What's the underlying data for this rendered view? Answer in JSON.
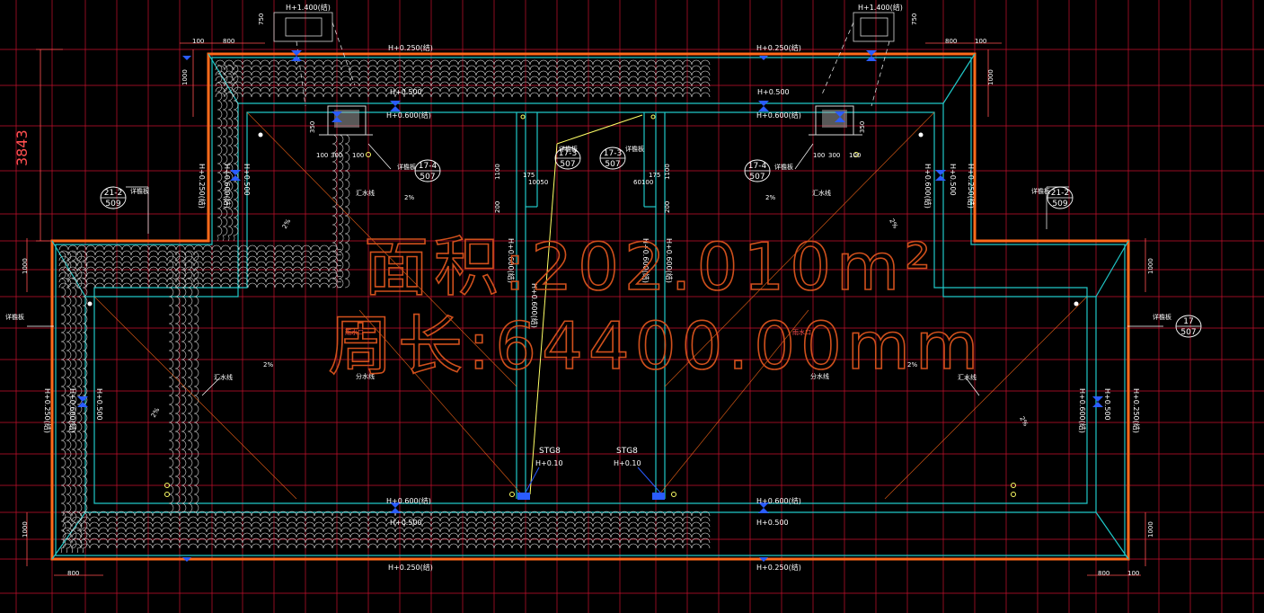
{
  "overlay": {
    "area_text": "面积:202.010m²",
    "perimeter_text": "周长:64400.00mm"
  },
  "elevations": {
    "top_left_small": "H+1.400(结)",
    "top_right_small": "H+1.400(结)",
    "top_left_parapet": "H+0.250(结)",
    "top_right_parapet": "H+0.250(结)",
    "top_left_h500": "H+0.500",
    "top_left_h600": "H+0.600(结)",
    "top_right_h500": "H+0.500",
    "top_right_h600": "H+0.600(结)",
    "bottom_left_h600": "H+0.600(结)",
    "bottom_left_h500": "H+0.500",
    "bottom_right_h600": "H+0.600(结)",
    "bottom_right_h500": "H+0.500",
    "bottom_left_parapet": "H+0.250(结)",
    "bottom_right_parapet": "H+0.250(结)",
    "stg_left_h": "H+0.10",
    "stg_right_h": "H+0.10",
    "left_mid_v1": "H+0.250(结)",
    "left_mid_v2": "H+0.600(结)",
    "left_mid_v3": "H+0.500",
    "right_mid_v1": "H+0.250(结)",
    "right_mid_v2": "H+0.600(结)",
    "right_mid_v3": "H+0.500",
    "lower_left_v1": "H+0.250(结)",
    "lower_left_v2": "H+0.600(结)",
    "lower_left_v3": "H+0.500",
    "lower_right_v1": "H+0.250(结)",
    "lower_right_v2": "H+0.600(结)",
    "lower_right_v3": "H+0.500",
    "center_v1": "H+0.600(结)",
    "center_v2": "H+0.600(结)",
    "center_v3": "H+0.600(结)",
    "center_v4": "H+0.600(结)"
  },
  "dimensions": {
    "big_left": "3843",
    "d100": "100",
    "d800": "800",
    "d1000": "1000",
    "d750": "750",
    "d200": "200",
    "d350": "350",
    "d300": "300",
    "d175": "175",
    "d1100": "1100",
    "d10050": "10050",
    "d60100": "60100"
  },
  "callouts": {
    "c1_top": "21-2",
    "c1_bot": "509",
    "c2_top": "21-2",
    "c2_bot": "509",
    "c3_top": "17-4",
    "c3_bot": "507",
    "c4_top": "17-3",
    "c4_bot": "507",
    "c5_top": "17-3",
    "c5_bot": "507",
    "c6_top": "17-4",
    "c6_bot": "507",
    "c7_top": "17",
    "c7_bot": "507"
  },
  "notes": {
    "stg": "STG8",
    "slope": "2%",
    "drain": "汇水线",
    "divide": "分水线",
    "gutter": "详檐板",
    "outlet": "雨水口"
  },
  "colors": {
    "background": "#000000",
    "grid": "#c8102e",
    "outline": "#ff6a1a",
    "wall": "#20c8c8",
    "tile": "#d8d8d8",
    "text": "#ffffff",
    "dim": "#ff5050",
    "overlay_text": "#d0501c",
    "callout": "#ffffff",
    "marker": "#2a5cff",
    "slope_line": "#ffff66"
  }
}
